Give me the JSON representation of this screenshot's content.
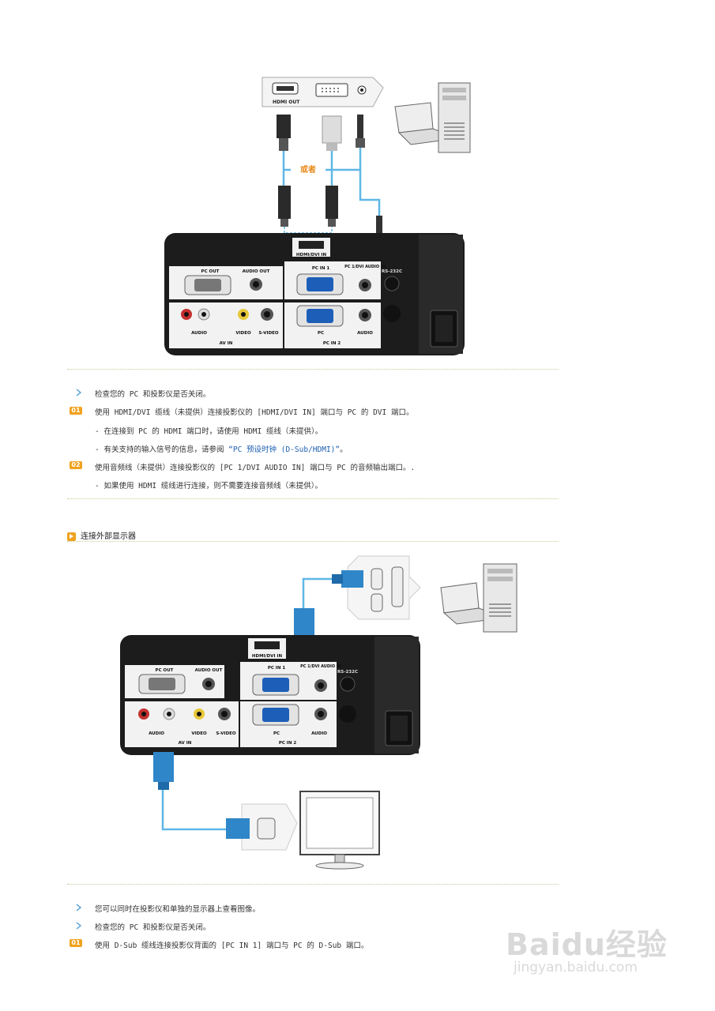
{
  "diagram1": {
    "labels": {
      "hdmi_out": "HDMI OUT",
      "or": "或者",
      "hdmi_dvi_in": "HDMI/DVI IN",
      "pc_out": "PC OUT",
      "audio_out": "AUDIO OUT",
      "pc_in_1": "PC IN 1",
      "pc1_dvi_audio_in": "PC 1/DVI AUDIO IN",
      "rs232c": "RS-232C",
      "audio": "AUDIO",
      "video": "VIDEO",
      "s_video": "S-VIDEO",
      "av_in": "AV IN",
      "pc": "PC",
      "audio2": "AUDIO",
      "pc_in_2": "PC IN 2"
    }
  },
  "section1": {
    "items": [
      {
        "type": "arrow",
        "text": "检查您的 PC 和投影仪是否关闭。"
      },
      {
        "type": "badge",
        "badge": "01",
        "text": "使用 HDMI/DVI 缆线（未提供）连接投影仪的 [HDMI/DVI IN] 端口与 PC 的 DVI 端口。"
      },
      {
        "type": "plain",
        "text": "- 在连接到 PC 的 HDMI 端口时，请使用 HDMI 缆线（未提供）。"
      },
      {
        "type": "plain",
        "text_before": "- 有关支持的输入信号的信息，请参阅 ",
        "link": "“PC 预设时钟 (D-Sub/HDMI)”",
        "text_after": "。"
      },
      {
        "type": "badge",
        "badge": "02",
        "text": "使用音频线（未提供）连接投影仪的 [PC 1/DVI AUDIO IN] 端口与 PC 的音频输出端口。."
      },
      {
        "type": "plain",
        "text": "- 如果使用 HDMI 缆线进行连接，则不需要连接音频线（未提供）。"
      }
    ]
  },
  "heading2": "连接外部显示器",
  "diagram2": {
    "labels": {
      "hdmi_dvi_in": "HDMI/DVI IN",
      "pc_out": "PC OUT",
      "audio_out": "AUDIO OUT",
      "pc_in_1": "PC IN 1",
      "pc1_dvi_audio_in": "PC 1/DVI AUDIO IN",
      "rs232c": "RS-232C",
      "audio": "AUDIO",
      "video": "VIDEO",
      "s_video": "S-VIDEO",
      "av_in": "AV IN",
      "pc": "PC",
      "audio2": "AUDIO",
      "pc_in_2": "PC IN 2"
    }
  },
  "section2": {
    "items": [
      {
        "type": "arrow",
        "text": "您可以同时在投影仪和单独的显示器上查看图像。"
      },
      {
        "type": "arrow",
        "text": "检查您的 PC 和投影仪是否关闭。"
      },
      {
        "type": "badge",
        "badge": "01",
        "text": "使用 D-Sub 缆线连接投影仪背面的 [PC IN 1] 端口与 PC 的 D-Sub 端口。"
      }
    ]
  },
  "watermark": {
    "brand": "Baidu经验",
    "url": "jingyan.baidu.com"
  },
  "colors": {
    "accent": "#f0a21e",
    "link": "#1c5fb0",
    "cable": "#5fb7e6",
    "panel": "#1c1c1c"
  }
}
